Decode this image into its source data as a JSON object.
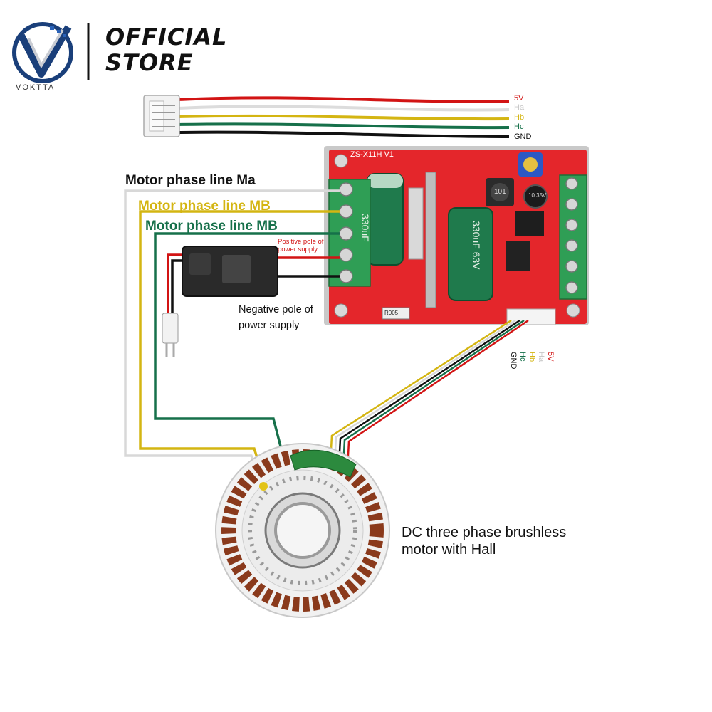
{
  "brand": {
    "store_line1": "OFFICIAL",
    "store_line2": "STORE",
    "name": "VOKTTA"
  },
  "colors": {
    "wire_5v": "#d21414",
    "wire_ha": "#d8d8d8",
    "wire_hb": "#d4b512",
    "wire_hc": "#16704a",
    "wire_gnd": "#111111",
    "board_red": "#e4262b",
    "terminal_green": "#2f9e55"
  },
  "hall_connector_labels": [
    {
      "text": "5V",
      "color": "#d21414"
    },
    {
      "text": "Ha",
      "color": "#c8c8c8"
    },
    {
      "text": "Hb",
      "color": "#d4b512"
    },
    {
      "text": "Hc",
      "color": "#16704a"
    },
    {
      "text": "GND",
      "color": "#111111"
    }
  ],
  "hall_connector_labels_rotated": [
    {
      "text": "5V",
      "color": "#d21414"
    },
    {
      "text": "Ha",
      "color": "#c8c8c8"
    },
    {
      "text": "Hb",
      "color": "#d4b512"
    },
    {
      "text": "Hc",
      "color": "#16704a"
    },
    {
      "text": "GND",
      "color": "#111111"
    }
  ],
  "board": {
    "model": "ZS-X11H V1",
    "cap_left": "330uF",
    "cap_right": "330uF 63V",
    "inductor": "101",
    "small_cap": "10 35V",
    "resistor": "R005"
  },
  "phase_labels": {
    "ma": "Motor phase line Ma",
    "mb1": "Motor phase line MB",
    "mb2": "Motor phase line MB"
  },
  "power": {
    "positive_line1": "Positive pole of",
    "positive_line2": "power supply",
    "negative_line1": "Negative pole of",
    "negative_line2": "power supply"
  },
  "motor": {
    "line1": "DC three phase brushless",
    "line2": "motor with Hall"
  }
}
